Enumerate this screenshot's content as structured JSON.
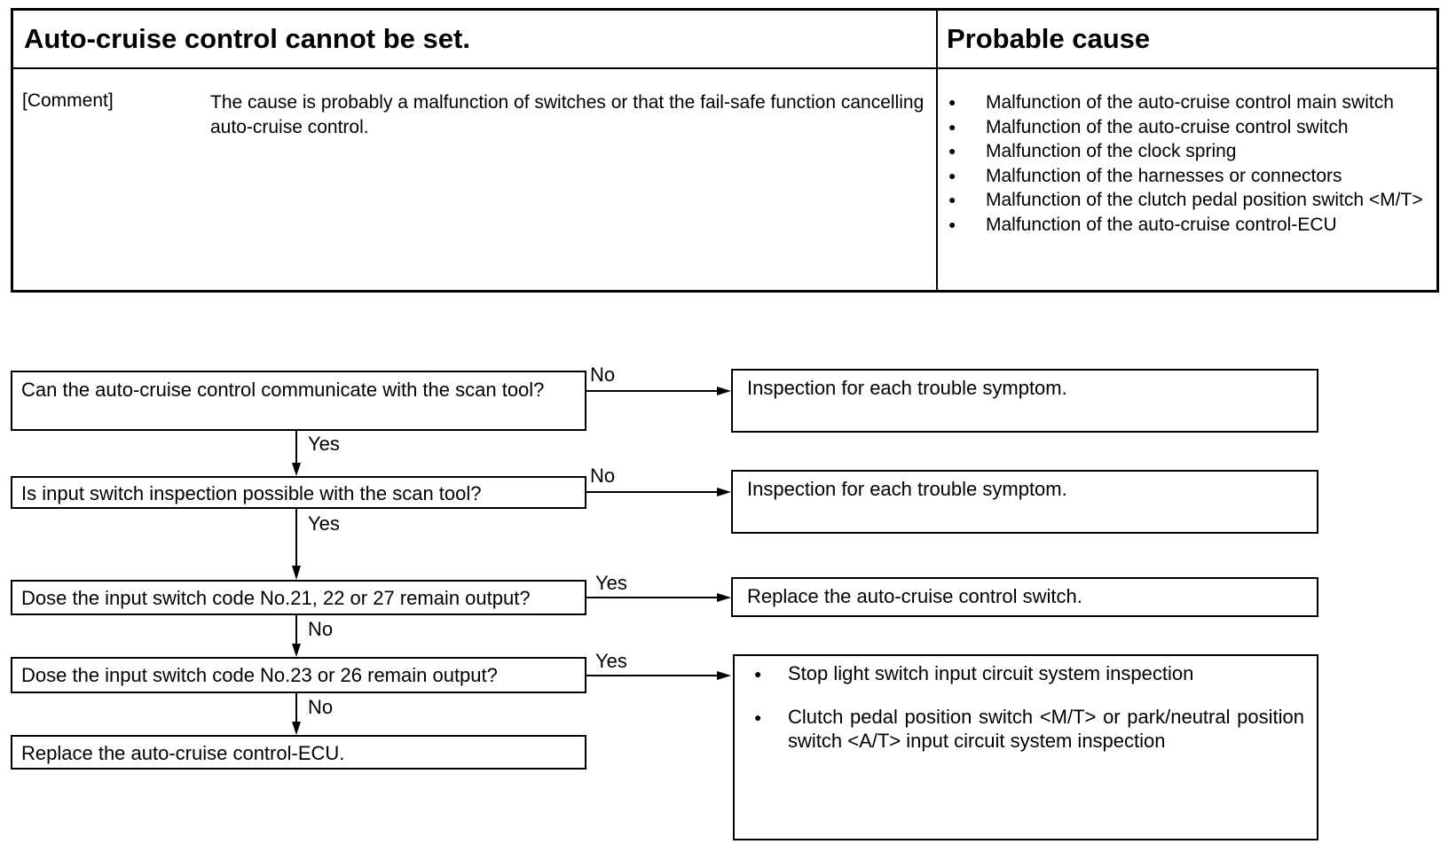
{
  "header": {
    "title": "Auto-cruise control cannot be set.",
    "cause_title": "Probable cause",
    "comment_label": "[Comment]",
    "comment_text": "The cause is probably a malfunction of switches or that the fail-safe function cancelling auto-cruise control.",
    "causes": [
      "Malfunction of the auto-cruise control main switch",
      "Malfunction of the auto-cruise control switch",
      "Malfunction of the clock spring",
      "Malfunction of the harnesses or connectors",
      "Malfunction of the clutch pedal position switch <M/T>",
      "Malfunction of the auto-cruise control-ECU"
    ]
  },
  "flowchart": {
    "questions": [
      "Can the auto-cruise control communicate with the scan tool?",
      "Is input switch inspection possible with the scan tool?",
      "Dose the input switch code No.21, 22 or 27 remain output?",
      "Dose the input switch code No.23 or 26 remain output?"
    ],
    "final_action": "Replace the auto-cruise control-ECU.",
    "results": [
      "Inspection for each trouble symptom.",
      "Inspection for each trouble symptom.",
      "Replace the auto-cruise control switch."
    ],
    "result4_items": [
      "Stop light switch input circuit system inspection",
      "Clutch pedal position switch <M/T> or park/neutral position switch <A/T> input circuit system inspection"
    ],
    "labels": {
      "q1_side": "No",
      "q1_down": "Yes",
      "q2_side": "No",
      "q2_down": "Yes",
      "q3_side": "Yes",
      "q3_down": "No",
      "q4_side": "Yes",
      "q4_down": "No"
    }
  }
}
